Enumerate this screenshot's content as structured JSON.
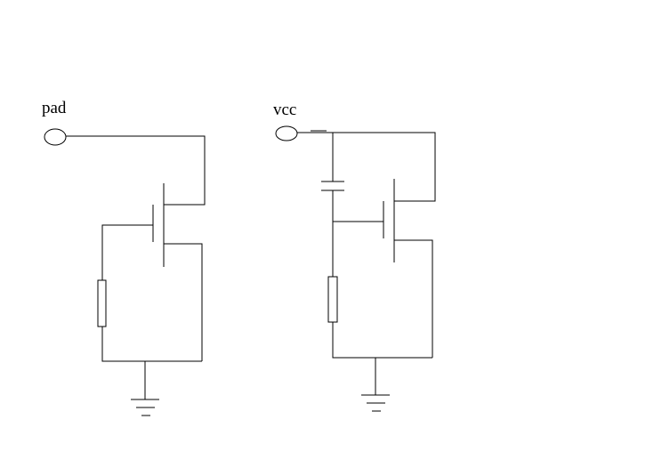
{
  "diagram": {
    "type": "circuit-schematic",
    "stroke_color": "#000000",
    "background": "#ffffff",
    "left_circuit": {
      "terminal_label": "pad",
      "components": [
        "terminal-pad",
        "nmos-transistor",
        "resistor",
        "ground"
      ]
    },
    "right_circuit": {
      "terminal_label": "vcc",
      "components": [
        "terminal-vcc",
        "capacitor",
        "nmos-transistor",
        "resistor",
        "ground"
      ]
    }
  }
}
